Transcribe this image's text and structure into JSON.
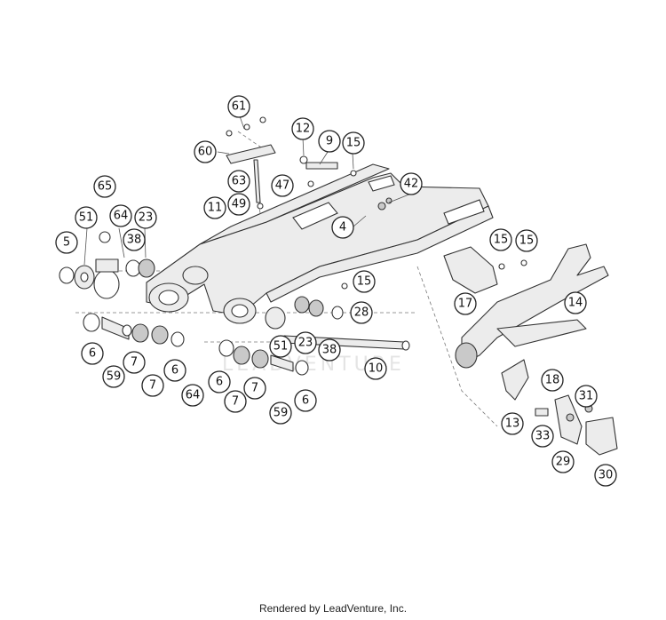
{
  "watermark": "LEADVENTURE",
  "footer_text": "Rendered by LeadVenture, Inc.",
  "callouts": [
    "61",
    "12",
    "9",
    "15",
    "60",
    "63",
    "47",
    "42",
    "65",
    "11",
    "49",
    "4",
    "64",
    "51",
    "23",
    "5",
    "38",
    "15",
    "15",
    "15",
    "17",
    "14",
    "28",
    "6",
    "59",
    "7",
    "7",
    "6",
    "51",
    "23",
    "38",
    "10",
    "64",
    "6",
    "7",
    "7",
    "59",
    "6",
    "18",
    "13",
    "31",
    "33",
    "29",
    "30"
  ]
}
